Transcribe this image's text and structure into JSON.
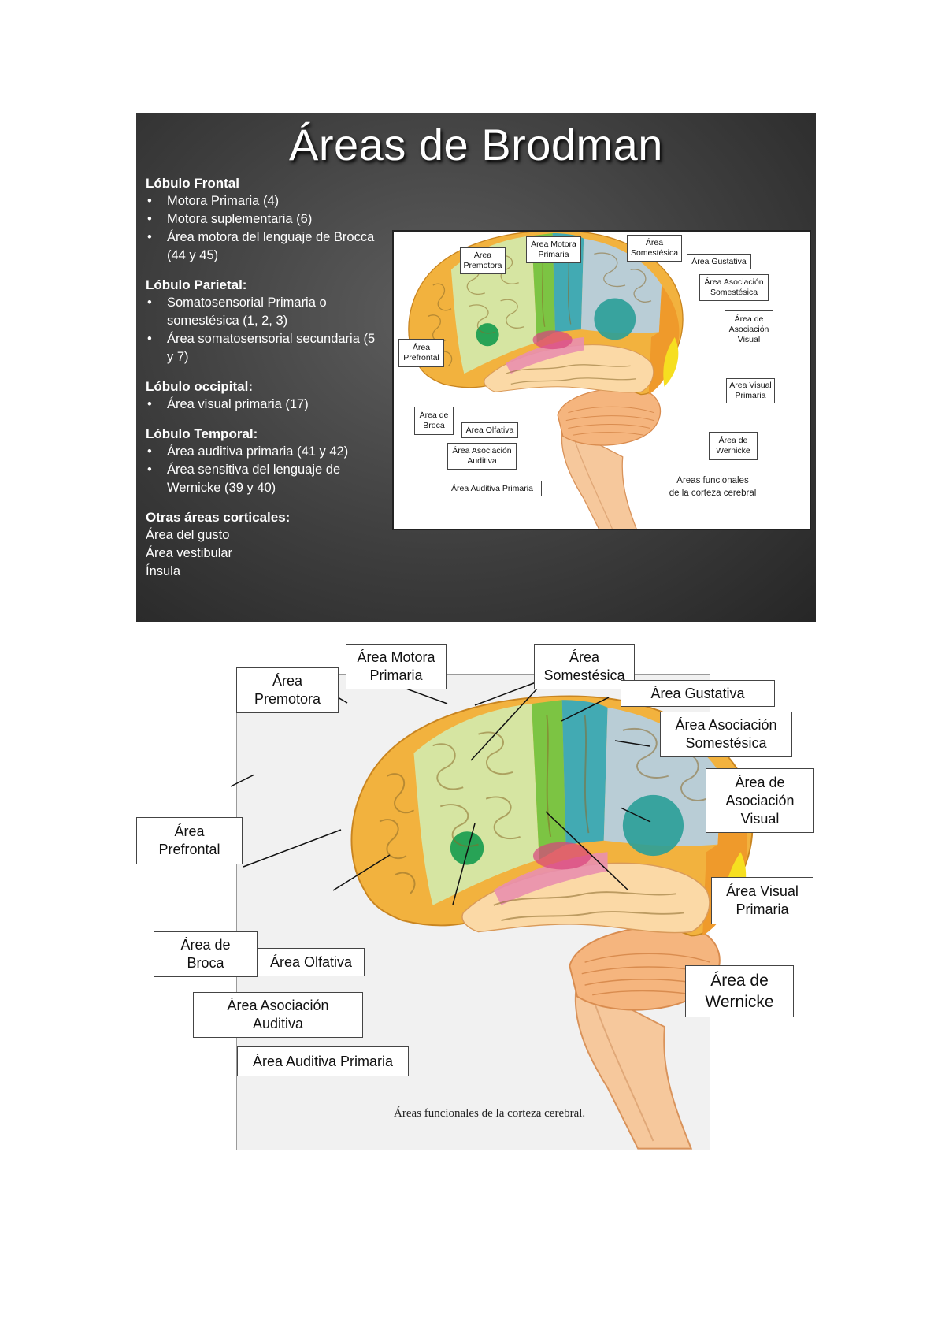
{
  "slide": {
    "title": "Áreas de Brodman",
    "sections": [
      {
        "heading": "Lóbulo Frontal",
        "items": [
          "Motora Primaria (4)",
          "Motora suplementaria (6)",
          "Área motora del lenguaje de Brocca (44 y 45)"
        ]
      },
      {
        "heading": "Lóbulo Parietal:",
        "items": [
          "Somatosensorial Primaria o somestésica (1, 2, 3)",
          "Área somatosensorial secundaria (5 y 7)"
        ]
      },
      {
        "heading": "Lóbulo occipital:",
        "items": [
          "Área visual primaria (17)"
        ]
      },
      {
        "heading": "Lóbulo Temporal:",
        "items": [
          "Área auditiva primaria (41 y 42)",
          "Área sensitiva del lenguaje de Wernicke (39 y 40)"
        ]
      }
    ],
    "other": {
      "heading": "Otras áreas corticales:",
      "items": [
        "Área del gusto",
        "Área vestibular",
        "Ínsula"
      ]
    }
  },
  "figure": {
    "labels": {
      "premotora": "Área\nPremotora",
      "motora_primaria": "Área Motora\nPrimaria",
      "somestesica": "Área\nSomestésica",
      "gustativa": "Área Gustativa",
      "asociacion_somestesica": "Área Asociación\nSomestésica",
      "asociacion_visual": "Área de\nAsociación\nVisual",
      "prefrontal": "Área\nPrefrontal",
      "visual_primaria": "Área Visual\nPrimaria",
      "broca": "Área de\nBroca",
      "olfativa": "Área Olfativa",
      "asociacion_auditiva": "Área Asociación\nAuditiva",
      "wernicke": "Área de\nWernicke",
      "auditiva_primaria": "Área Auditiva Primaria"
    },
    "slide_caption": "Areas funcionales\nde la corteza cerebral",
    "big_caption": "Áreas funcionales de la corteza cerebral."
  },
  "colors": {
    "prefrontal": "#f2b23e",
    "premotora": "#d6e5a2",
    "motora": "#7cc443",
    "somestesica": "#42aab3",
    "asociacion_somestesica": "#b9cdd6",
    "asociacion_visual": "#ef9a2b",
    "visual_primaria": "#f6df20",
    "temporal": "#fbd9a6",
    "auditiva": "#e98fae",
    "broca": "#1f9f52",
    "wernicke": "#2a9e98",
    "cerebellum": "#f5b57e",
    "brainstem": "#f6c89c"
  }
}
